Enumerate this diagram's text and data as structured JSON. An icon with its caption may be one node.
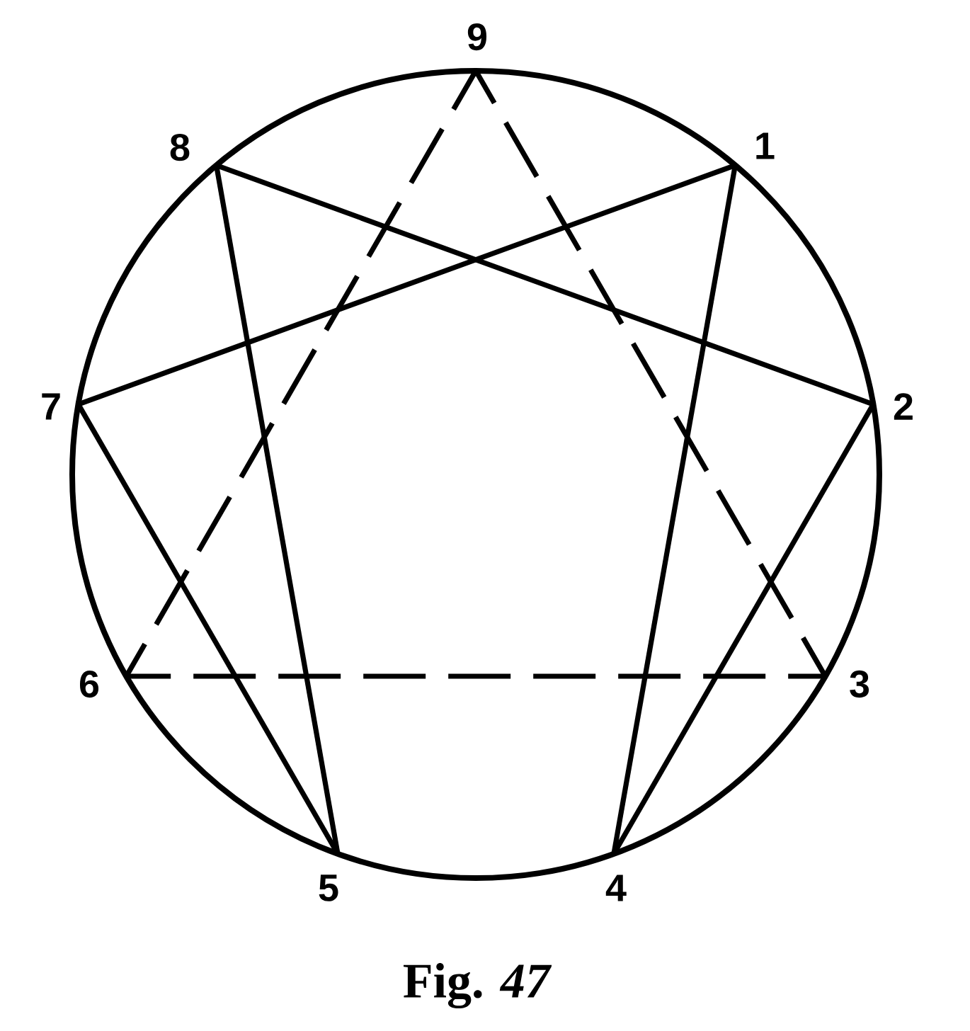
{
  "diagram": {
    "caption": "Fig. *47*",
    "nodes": [
      {
        "text": [
          "9"
        ]
      },
      {
        "text": [
          "8"
        ]
      },
      {
        "text": [
          "1"
        ]
      },
      {
        "text": [
          "7"
        ]
      },
      {
        "text": [
          "2"
        ]
      },
      {
        "text": [
          "6"
        ]
      },
      {
        "text": [
          "3"
        ]
      },
      {
        "text": [
          "5"
        ]
      },
      {
        "text": [
          "4"
        ]
      }
    ],
    "edges": [
      {
        "from": 2,
        "to": 8,
        "arrow": "none"
      },
      {
        "from": 8,
        "to": 4,
        "arrow": "none"
      },
      {
        "from": 4,
        "to": 1,
        "arrow": "none"
      },
      {
        "from": 1,
        "to": 7,
        "arrow": "none"
      },
      {
        "from": 7,
        "to": 3,
        "arrow": "none"
      },
      {
        "from": 3,
        "to": 2,
        "arrow": "none"
      },
      {
        "from": 0,
        "to": 6,
        "arrow": "none",
        "style": "dashed"
      },
      {
        "from": 6,
        "to": 5,
        "arrow": "none",
        "style": "dashed"
      },
      {
        "from": 5,
        "to": 0,
        "arrow": "none",
        "style": "dashed"
      }
    ]
  }
}
